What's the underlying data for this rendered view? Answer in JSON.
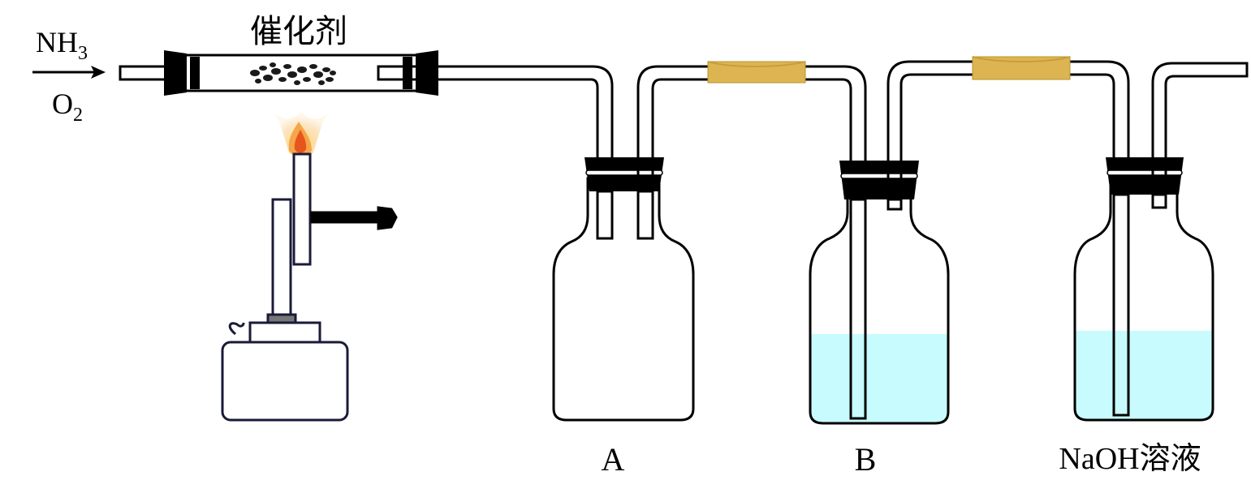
{
  "reactants": {
    "nh3_main": "NH",
    "nh3_sub": "3",
    "o2_main": "O",
    "o2_sub": "2"
  },
  "catalyst_label": "催化剂",
  "bottles": [
    {
      "label": "A",
      "liquid": false
    },
    {
      "label": "B",
      "liquid": true
    },
    {
      "label": "NaOH溶液",
      "liquid": true
    }
  ],
  "colors": {
    "liquid": "#c8fbfd",
    "rubber_tubing": "#dcb552",
    "stopper": "#000000",
    "flame_outer": "#fbe6c4",
    "flame_inner": "#e8551c",
    "burner_outline": "#1a1a3a"
  }
}
